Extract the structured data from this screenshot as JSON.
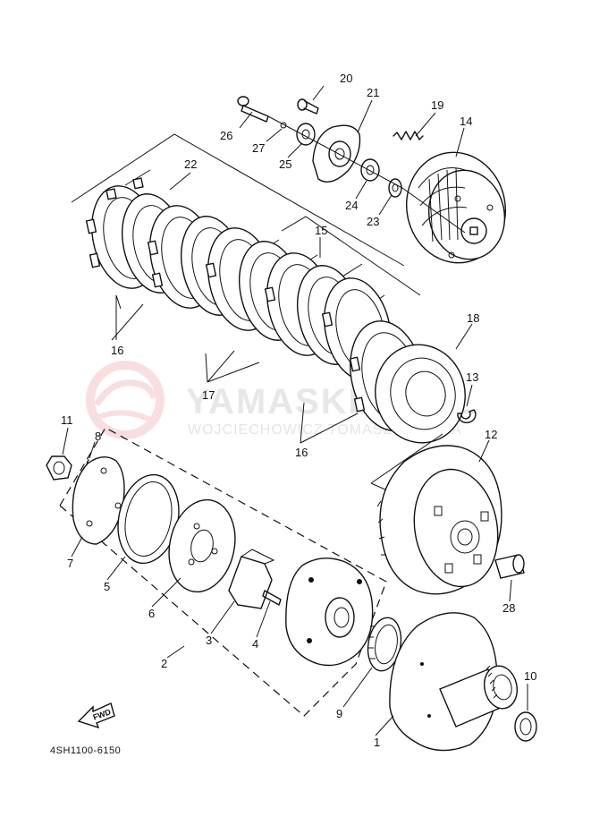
{
  "watermark": {
    "brand": "YAMASKLEP.PL",
    "subtitle": "WOJCIECHOWICZ TOMASZ YAMAHA",
    "logo_color": "#f2c6c6"
  },
  "diagram_code": "4SH1100-6150",
  "fwd_label": "FWD",
  "callouts": [
    {
      "id": "c1",
      "label": "1"
    },
    {
      "id": "c2",
      "label": "2"
    },
    {
      "id": "c3",
      "label": "3"
    },
    {
      "id": "c4",
      "label": "4"
    },
    {
      "id": "c5",
      "label": "5"
    },
    {
      "id": "c6",
      "label": "6"
    },
    {
      "id": "c7",
      "label": "7"
    },
    {
      "id": "c8",
      "label": "8"
    },
    {
      "id": "c9",
      "label": "9"
    },
    {
      "id": "c10",
      "label": "10"
    },
    {
      "id": "c11",
      "label": "11"
    },
    {
      "id": "c12",
      "label": "12"
    },
    {
      "id": "c13",
      "label": "13"
    },
    {
      "id": "c14",
      "label": "14"
    },
    {
      "id": "c15",
      "label": "15"
    },
    {
      "id": "c16a",
      "label": "16"
    },
    {
      "id": "c16b",
      "label": "16"
    },
    {
      "id": "c17",
      "label": "17"
    },
    {
      "id": "c18",
      "label": "18"
    },
    {
      "id": "c19",
      "label": "19"
    },
    {
      "id": "c20",
      "label": "20"
    },
    {
      "id": "c21",
      "label": "21"
    },
    {
      "id": "c22",
      "label": "22"
    },
    {
      "id": "c23",
      "label": "23"
    },
    {
      "id": "c24",
      "label": "24"
    },
    {
      "id": "c25",
      "label": "25"
    },
    {
      "id": "c26",
      "label": "26"
    },
    {
      "id": "c27",
      "label": "27"
    },
    {
      "id": "c28",
      "label": "28"
    }
  ]
}
